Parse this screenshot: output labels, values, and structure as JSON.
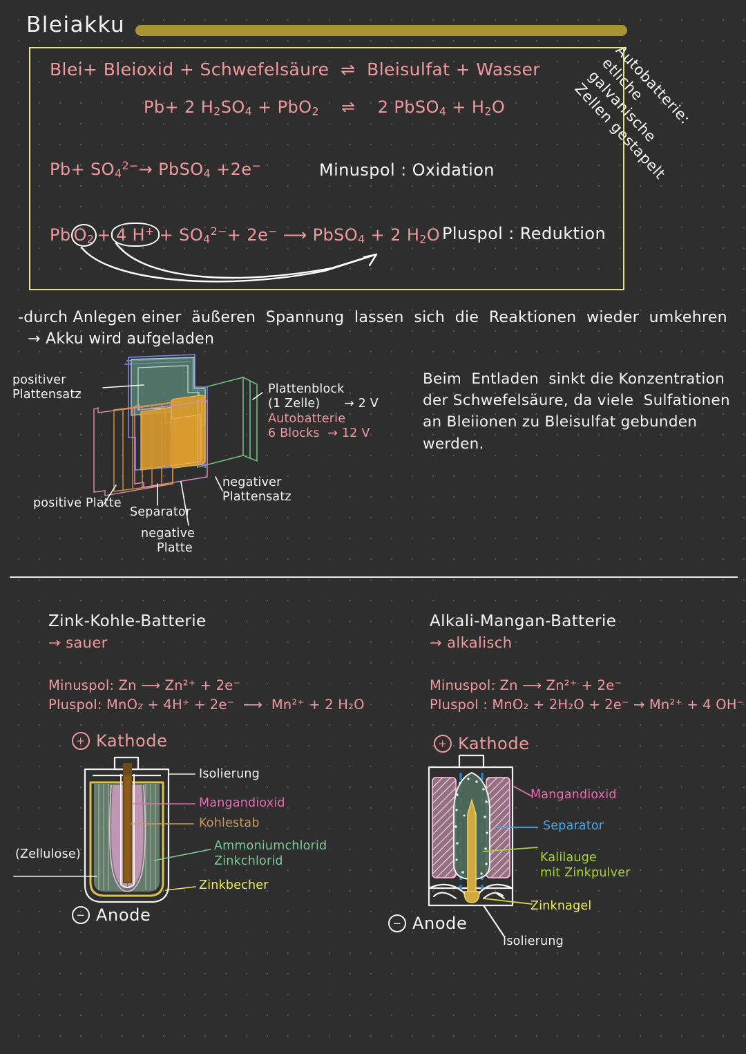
{
  "page": {
    "title": "Bleiakku",
    "accent_bar_color": "#a99433",
    "box_border_color": "#e2e08c",
    "background_color": "#2e2e2e",
    "pink": "#f09a9d"
  },
  "rotated_note": "Autobatterie:\netliche\ngalvanische\nZellen gestapelt",
  "equations": {
    "word_equation": "Blei + Bleioxid + Schwefelsäure  ⇌  Bleisulfat + Wasser",
    "overall": "Pb + 2 H₂SO₄ + PbO₂   ⇌   2 PbSO₄ + H₂O",
    "minus_reaction": "Pb + SO₄²⁻ → PbSO₄ + 2e⁻",
    "minus_label": "Minuspol : Oxidation",
    "plus_reaction": "PbO₂ + 4 H⁺ + SO₄²⁻ + 2e⁻  ⟶  PbSO₄ + 2 H₂O",
    "plus_label": "Pluspol : Reduktion"
  },
  "notes": {
    "charge_note_line1": "-durch Anlegen einer  äußeren  Spannung  lassen  sich  die  Reaktionen  wieder  umkehren",
    "charge_note_line2": "→ Akku wird aufgeladen",
    "discharge_note": "Beim  Entladen  sinkt die Konzentration\nder Schwefelsäure, da viele  Sulfationen\nan Bleiionen zu Bleisulfat gebunden\nwerden."
  },
  "exploded_diagram": {
    "label_positive_set": "positiver\nPlattensatz",
    "label_positive_plate": "positive Platte",
    "label_separator": "Separator",
    "label_negative_plate": "negative\n    Platte",
    "label_negative_set": "negativer\nPlattensatz",
    "label_block": "Plattenblock\n(1 Zelle)      → 2 V",
    "label_car_battery": "Autobatterie\n6 Blocks  → 12 V"
  },
  "zinc_carbon": {
    "heading": "Zink-Kohle-Batterie",
    "subheading": "→ sauer",
    "minus_eq": "Minuspol: Zn ⟶ Zn²⁺ + 2e⁻",
    "plus_eq": "Pluspol: MnO₂ + 4H⁺ + 2e⁻  ⟶  Mn²⁺ + 2 H₂O",
    "cathode": "Kathode",
    "cathode_sign": "+",
    "anode": "Anode",
    "anode_sign": "−",
    "labels": {
      "isolierung": "Isolierung",
      "mangandioxid": "Mangandioxid",
      "kohlestab": "Kohlestab",
      "ammoniumchlorid": "Ammoniumchlorid\nZinkchlorid",
      "zinkbecher": "Zinkbecher",
      "zellulose": "(Zellulose)"
    },
    "label_colors": {
      "isolierung": "#f2f2f2",
      "mangandioxid": "#e86ab0",
      "kohlestab": "#c79a5f",
      "ammoniumchlorid": "#7fc99a",
      "zinkbecher": "#eded5a",
      "zellulose": "#f2f2f2"
    }
  },
  "alkali_manganese": {
    "heading": "Alkali-Mangan-Batterie",
    "subheading": "→ alkalisch",
    "minus_eq": "Minuspol: Zn ⟶ Zn²⁺ + 2e⁻",
    "plus_eq": "Pluspol : MnO₂ + 2H₂O + 2e⁻ → Mn²⁺ + 4 OH⁻",
    "cathode": "Kathode",
    "cathode_sign": "+",
    "anode": "Anode",
    "anode_sign": "−",
    "labels": {
      "mangandioxid": "Mangandioxid",
      "separator": "Separator",
      "kalilauge": "Kalilauge\nmit Zinkpulver",
      "zinknagel": "Zinknagel",
      "isolierung": "Isolierung"
    },
    "label_colors": {
      "mangandioxid": "#e86ab0",
      "separator": "#49a8e8",
      "kalilauge": "#a8d533",
      "zinknagel": "#eded5a",
      "isolierung": "#f2f2f2"
    }
  }
}
